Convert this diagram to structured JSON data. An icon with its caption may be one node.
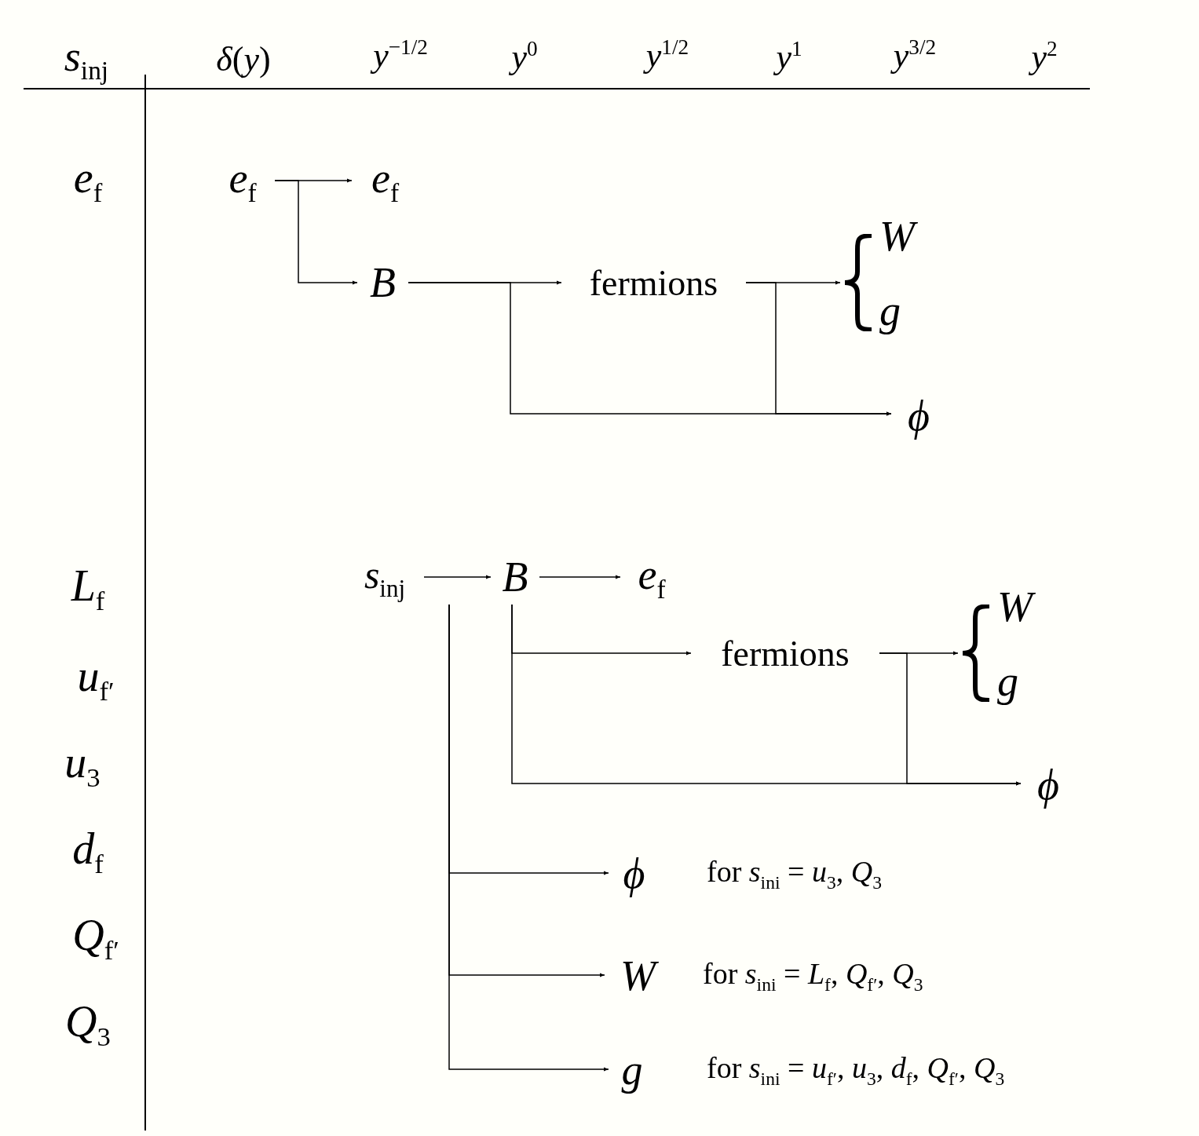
{
  "diagram": {
    "nodes": [
      {
        "text": [
          "*e*$_{f}$"
        ]
      },
      {
        "text": [
          "*e*$_{f}$"
        ]
      },
      {
        "text": [
          "*B*"
        ]
      },
      {
        "text": [
          "fermions"
        ]
      },
      {
        "text": [
          "*W*",
          "*g*"
        ]
      },
      {
        "text": [
          "*ϕ*"
        ]
      },
      {
        "text": [
          "*s*$_{inj}$"
        ]
      },
      {
        "text": [
          "*B*"
        ]
      },
      {
        "text": [
          "*e*$_{f}$"
        ]
      },
      {
        "text": [
          "fermions"
        ]
      },
      {
        "text": [
          "*W*",
          "*g*"
        ]
      },
      {
        "text": [
          "*ϕ*"
        ]
      },
      {
        "text": [
          "*ϕ*"
        ],
        "beside": [
          "for *s*$_{ini}$ = *u*$_{3}$, *Q*$_{3}$"
        ]
      },
      {
        "text": [
          "*W*"
        ],
        "beside": [
          "for *s*$_{ini}$ = *L*$_{f}$, *Q*$_{f′}$, *Q*$_{3}$"
        ]
      },
      {
        "text": [
          "*g*"
        ],
        "beside": [
          "for *s*$_{ini}$ = *u*$_{f′}$, *u*$_{3}$, *d*$_{f}$, *Q*$_{f′}$, *Q*$_{3}$"
        ]
      }
    ],
    "edges": [
      {
        "from": 0,
        "to": 1,
        "arrow": "to"
      },
      {
        "from": 0,
        "to": 2,
        "arrow": "to"
      },
      {
        "from": 2,
        "to": 3,
        "arrow": "to"
      },
      {
        "from": 2,
        "to": 5,
        "arrow": "to"
      },
      {
        "from": 3,
        "to": 4,
        "arrow": "to"
      },
      {
        "from": 3,
        "to": 5,
        "arrow": "to"
      },
      {
        "from": 6,
        "to": 7,
        "arrow": "to"
      },
      {
        "from": 7,
        "to": 8,
        "arrow": "to"
      },
      {
        "from": 7,
        "to": 9,
        "arrow": "to"
      },
      {
        "from": 7,
        "to": 11,
        "arrow": "to"
      },
      {
        "from": 9,
        "to": 10,
        "arrow": "to"
      },
      {
        "from": 9,
        "to": 11,
        "arrow": "to"
      },
      {
        "from": 6,
        "to": 12,
        "arrow": "to"
      },
      {
        "from": 6,
        "to": 13,
        "arrow": "to"
      },
      {
        "from": 6,
        "to": 14,
        "arrow": "to"
      }
    ],
    "labels": [
      "*s*$_{inj}$",
      "*δ*(*y*)",
      "*y*$^{−1/2}$",
      "*y*$^{0}$",
      "*y*$^{1/2}$",
      "*y*$^{1}$",
      "*y*$^{3/2}$",
      "*y*$^{2}$",
      "*e*$_{f}$",
      "*L*$_{f}$",
      "*u*$_{f′}$",
      "*u*$_{3}$",
      "*d*$_{f}$",
      "*Q*$_{f′}$",
      "*Q*$_{3}$"
    ]
  }
}
